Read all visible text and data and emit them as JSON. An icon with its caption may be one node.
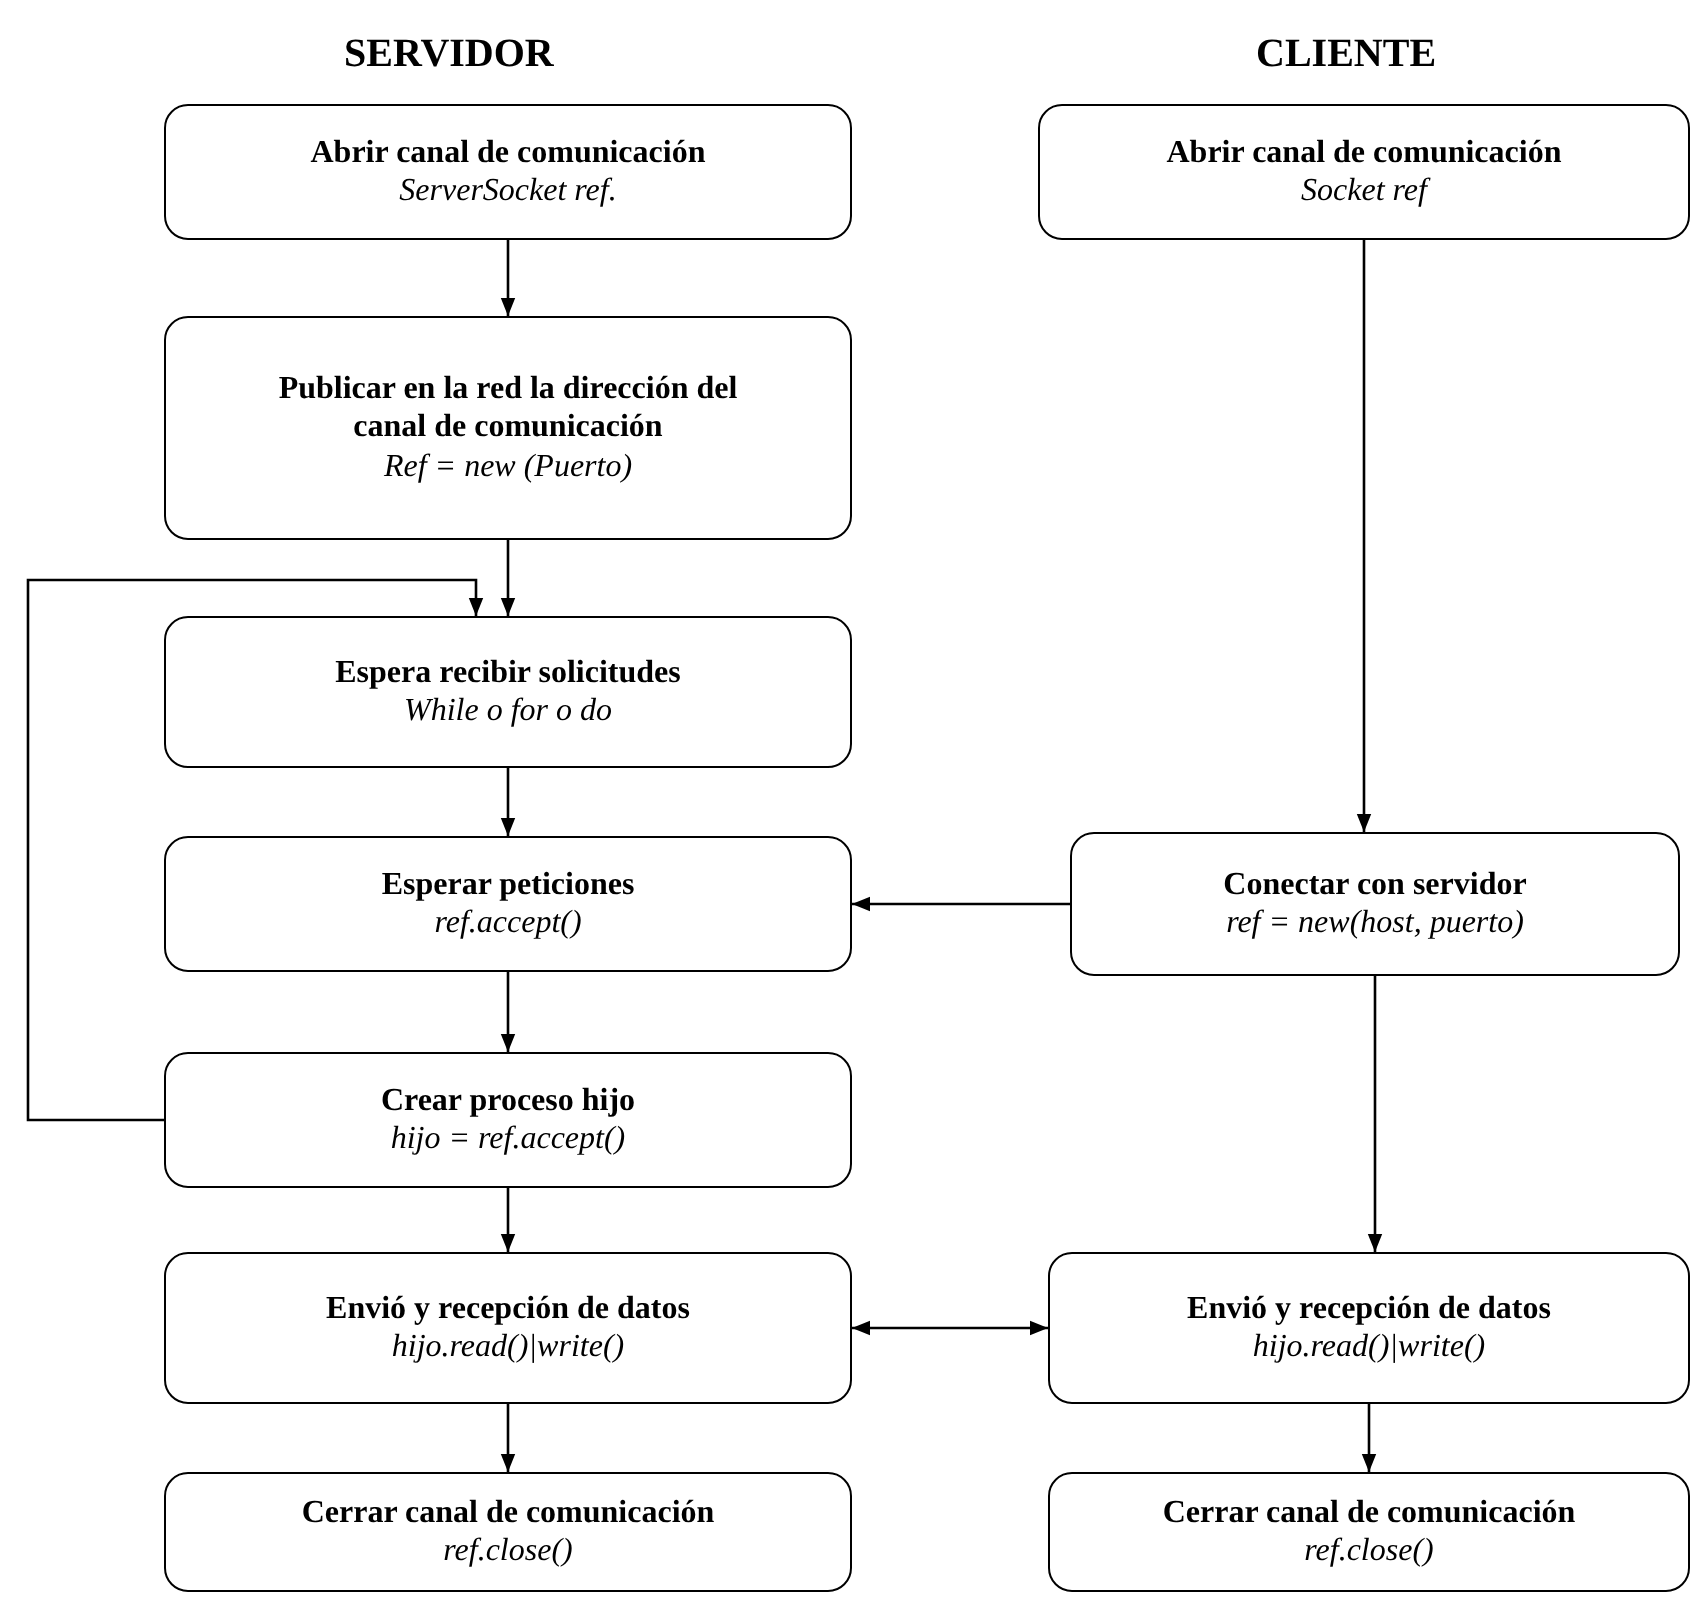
{
  "diagram": {
    "nodes": [
      {
        "text": [
          "Abrir canal de comunicación",
          "ServerSocket ref."
        ]
      },
      {
        "text": [
          "Abrir canal de comunicación",
          "Socket ref"
        ]
      },
      {
        "text": [
          "Publicar en la red la dirección del canal de comunicación",
          "Ref = new (Puerto)"
        ]
      },
      {
        "text": [
          "Espera recibir solicitudes",
          "While o for o do"
        ]
      },
      {
        "text": [
          "Esperar peticiones",
          "ref.accept()"
        ]
      },
      {
        "text": [
          "Conectar con servidor",
          "ref = new(host, puerto)"
        ]
      },
      {
        "text": [
          "Crear proceso hijo",
          "hijo =  ref.accept()"
        ]
      },
      {
        "text": [
          "Envió y recepción de datos",
          "hijo.read()|write()"
        ]
      },
      {
        "text": [
          "Envió y recepción de datos",
          "hijo.read()|write()"
        ]
      },
      {
        "text": [
          "Cerrar canal de comunicación",
          "ref.close()"
        ]
      },
      {
        "text": [
          "Cerrar canal de comunicación",
          "ref.close()"
        ]
      }
    ],
    "edges": [
      {
        "from": 0,
        "to": 2,
        "arrow": "to"
      },
      {
        "from": 2,
        "to": 3,
        "arrow": "to"
      },
      {
        "from": 3,
        "to": 4,
        "arrow": "to"
      },
      {
        "from": 1,
        "to": 5,
        "arrow": "to"
      },
      {
        "from": 5,
        "to": 4,
        "arrow": "to"
      },
      {
        "from": 4,
        "to": 6,
        "arrow": "to"
      },
      {
        "from": 6,
        "to": 3,
        "arrow": "to"
      },
      {
        "from": 6,
        "to": 7,
        "arrow": "to"
      },
      {
        "from": 5,
        "to": 8,
        "arrow": "to"
      },
      {
        "from": 7,
        "to": 8,
        "arrow": "both"
      },
      {
        "from": 7,
        "to": 9,
        "arrow": "to"
      },
      {
        "from": 8,
        "to": 10,
        "arrow": "to"
      }
    ],
    "labels": [
      "SERVIDOR",
      "CLIENTE"
    ]
  }
}
